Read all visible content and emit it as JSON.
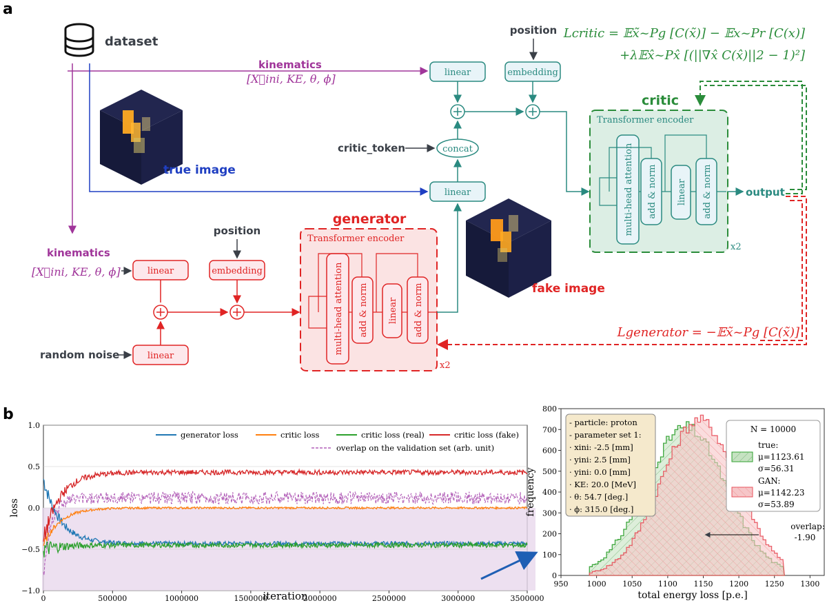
{
  "panel_a": {
    "label": "a",
    "dataset": "dataset",
    "position_top": "position",
    "position_left": "position",
    "kinematics_top": "kinematics",
    "kinematics_top_formula": "[X⃗ini, KE, θ, ϕ]",
    "kinematics_left": "kinematics",
    "kinematics_left_formula": "[X⃗ini, KE, θ, ϕ]",
    "linear_top": "linear",
    "embedding_top": "embedding",
    "concat": "concat",
    "critic_token": "critic_token",
    "linear_true": "linear",
    "true_image": "true image",
    "fake_image": "fake image",
    "random_noise": "random noise",
    "gen_linear_kin": "linear",
    "gen_linear_noise": "linear",
    "gen_embedding": "embedding",
    "generator_title": "generator",
    "critic_title": "critic",
    "transformer_encoder": "Transformer encoder",
    "mha": "multi-head attention",
    "add_norm": "add & norm",
    "linear": "linear",
    "repeat": "x2",
    "output": "output",
    "loss_critic_line1": "Lcritic = 𝔼x̃~Pg [C(x̃)] − 𝔼x~Pr [C(x)]",
    "loss_critic_line2": "+λ𝔼x̂~Px̂ [(||∇x̂ C(x̂)||2 − 1)²]",
    "loss_generator": "Lgenerator = −𝔼x̃~Pg [C(x̃)]",
    "colors": {
      "critic": "#2a8c3a",
      "generator": "#e02424",
      "kinematics": "#a0359a",
      "true": "#1f3fc2",
      "teal": "#2a8a80"
    }
  },
  "panel_b": {
    "label": "b",
    "loss_chart": {
      "type": "line",
      "xlabel": "iteration",
      "ylabel": "loss",
      "xlim": [
        0,
        3500000
      ],
      "ylim": [
        -1.0,
        1.0
      ],
      "xticks": [
        "0",
        "500000",
        "1000000",
        "1500000",
        "2000000",
        "2500000",
        "3000000",
        "3500000"
      ],
      "yticks": [
        "1.0",
        "0.5",
        "0.0",
        "−0.5",
        "−1.0"
      ],
      "legend": [
        "generator loss",
        "critic loss",
        "critic loss (real)",
        "critic loss (fake)",
        "overlap on the validation set (arb. unit)"
      ],
      "series": [
        {
          "name": "generator loss",
          "color": "#1f77b4",
          "steady": -0.43
        },
        {
          "name": "critic loss",
          "color": "#ff7f0e",
          "steady": 0.0
        },
        {
          "name": "critic loss (real)",
          "color": "#2ca02c",
          "steady": -0.45
        },
        {
          "name": "critic loss (fake)",
          "color": "#d62728",
          "steady": 0.43
        },
        {
          "name": "overlap on the validation set (arb. unit)",
          "color": "#b25fb8",
          "steady": 0.12
        }
      ]
    },
    "hist_chart": {
      "type": "histogram",
      "xlabel": "total energy loss [p.e.]",
      "ylabel": "frequency",
      "xlim": [
        950,
        1320
      ],
      "ylim": [
        0,
        800
      ],
      "xticks": [
        "950",
        "1000",
        "1050",
        "1100",
        "1150",
        "1200",
        "1250",
        "1300"
      ],
      "yticks": [
        "0",
        "100",
        "200",
        "300",
        "400",
        "500",
        "600",
        "700",
        "800"
      ],
      "params": [
        "- particle: proton",
        "- parameter set 1:",
        "· xini: -2.5 [mm]",
        "· yini: 2.5 [mm]",
        "· yini: 0.0 [mm]",
        "· KE: 20.0 [MeV]",
        "· θ: 54.7 [deg.]",
        "· ϕ: 315.0 [deg.]"
      ],
      "legend_n": "N = 10000",
      "true_label": "true:",
      "true_mu": "μ=1123.61",
      "true_sigma": "σ=56.31",
      "gan_label": "GAN:",
      "gan_mu": "μ=1142.23",
      "gan_sigma": "σ=53.89",
      "overlap_label": "overlap:",
      "overlap_value": "-1.90",
      "series": [
        {
          "name": "true",
          "color": "#2ca02c",
          "mu": 1123.61,
          "sigma": 56.31,
          "peak": 710
        },
        {
          "name": "GAN",
          "color": "#e8505b",
          "mu": 1142.23,
          "sigma": 53.89,
          "peak": 745
        }
      ]
    }
  }
}
